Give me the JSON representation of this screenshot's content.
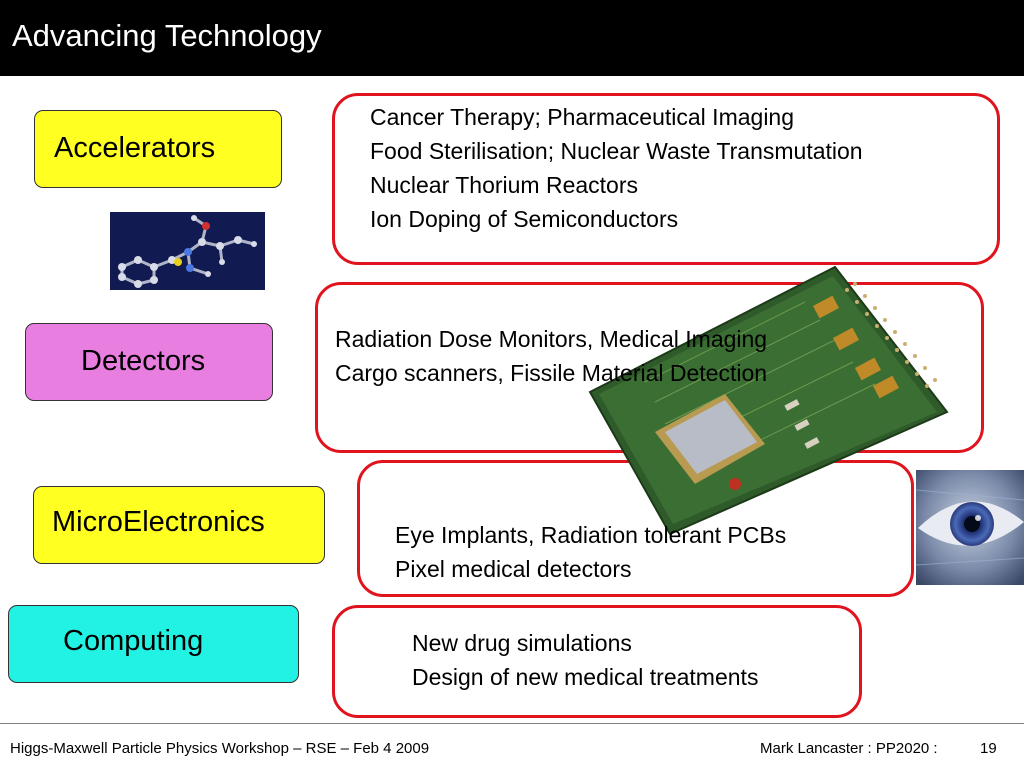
{
  "title": "Advancing Technology",
  "categories": [
    {
      "label": "Accelerators",
      "color": "#ffff22"
    },
    {
      "label": "Detectors",
      "color": "#e87ee0"
    },
    {
      "label": "MicroElectronics",
      "color": "#ffff22"
    },
    {
      "label": "Computing",
      "color": "#22f2e4"
    }
  ],
  "applications": [
    {
      "lines": [
        "Cancer Therapy; Pharmaceutical Imaging",
        "Food Sterilisation; Nuclear Waste Transmutation",
        "Nuclear Thorium Reactors",
        "Ion Doping of Semiconductors"
      ]
    },
    {
      "lines": [
        "Radiation Dose Monitors, Medical Imaging",
        "Cargo scanners, Fissile Material Detection"
      ]
    },
    {
      "lines": [
        "Eye Implants, Radiation tolerant PCBs",
        "Pixel medical detectors"
      ]
    },
    {
      "lines": [
        "New drug simulations",
        "Design of new medical treatments"
      ]
    }
  ],
  "footer": {
    "left": "Higgs-Maxwell Particle Physics Workshop – RSE – Feb 4 2009",
    "right": "Mark Lancaster : PP2020 :",
    "page": "19"
  },
  "colors": {
    "accent_red": "#e0141e",
    "title_bar": "#000000"
  }
}
